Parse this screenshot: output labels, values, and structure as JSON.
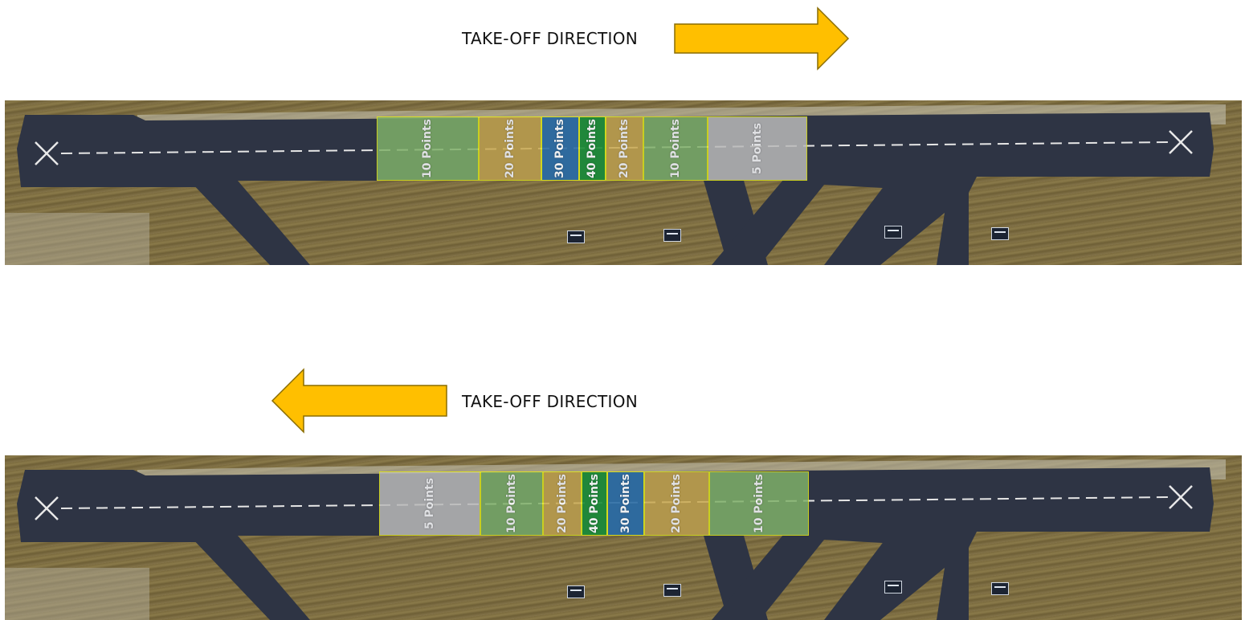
{
  "diagrams": [
    {
      "direction_label": "TAKE-OFF DIRECTION",
      "direction": "right",
      "zones": [
        {
          "label": "10 Points",
          "color": "#7fb069"
        },
        {
          "label": "20 Points",
          "color": "#c9a84e"
        },
        {
          "label": "30 Points",
          "color": "#2f6fa6"
        },
        {
          "label": "40 Points",
          "color": "#1f8f3a"
        },
        {
          "label": "20 Points",
          "color": "#c9a84e"
        },
        {
          "label": "10 Points",
          "color": "#7fb069"
        },
        {
          "label": "5 Points",
          "color": "#b9b9b9"
        }
      ]
    },
    {
      "direction_label": "TAKE-OFF DIRECTION",
      "direction": "left",
      "zones": [
        {
          "label": "5 Points",
          "color": "#b9b9b9"
        },
        {
          "label": "10 Points",
          "color": "#7fb069"
        },
        {
          "label": "20 Points",
          "color": "#c9a84e"
        },
        {
          "label": "40 Points",
          "color": "#1f8f3a"
        },
        {
          "label": "30 Points",
          "color": "#2f6fa6"
        },
        {
          "label": "20 Points",
          "color": "#c9a84e"
        },
        {
          "label": "10 Points",
          "color": "#7fb069"
        }
      ]
    }
  ],
  "colors": {
    "arrow": "#ffbf00",
    "arrow_outline": "#8a6d00",
    "runway": "#2e3444",
    "zone_border": "#e5ea1a"
  }
}
